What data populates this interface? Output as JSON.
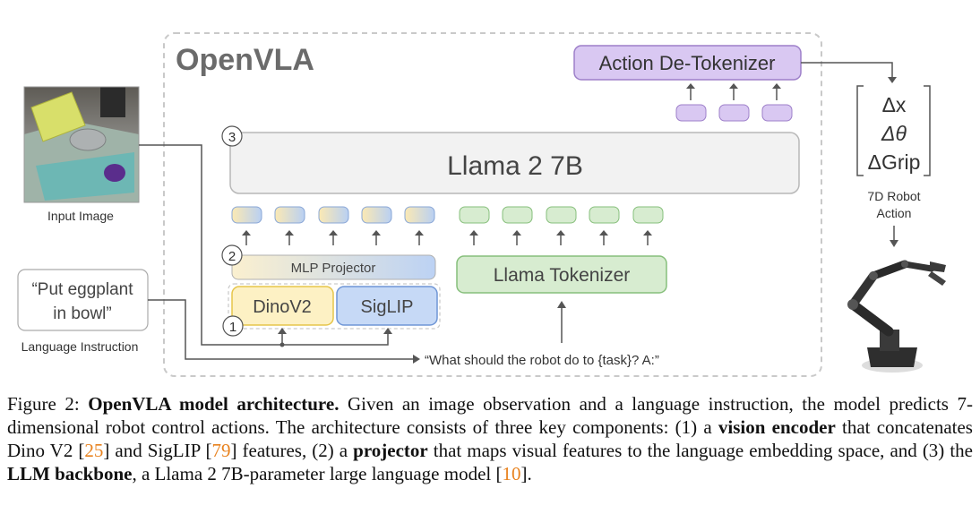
{
  "diagram": {
    "title": "OpenVLA",
    "detokenizer": "Action De-Tokenizer",
    "llm": "Llama 2 7B",
    "projector": "MLP Projector",
    "tokenizer": "Llama Tokenizer",
    "dino": "DinoV2",
    "siglip": "SigLIP",
    "step1": "1",
    "step2": "2",
    "step3": "3",
    "input_image_label": "Input Image",
    "instruction_line1": "“Put eggplant",
    "instruction_line2": "in bowl”",
    "instruction_label": "Language Instruction",
    "prompt": "“What should the robot do to {task}? A:”",
    "action_dx": "Δx",
    "action_dtheta": "Δθ",
    "action_dgrip": "ΔGrip",
    "action_label_line1": "7D Robot",
    "action_label_line2": "Action"
  },
  "caption": {
    "figure_label": "Figure 2:",
    "bold_title": "OpenVLA model architecture.",
    "t1": " Given an image observation and a language instruction, the model predicts 7-dimensional robot control actions. The architecture consists of three key components: (1) a ",
    "b1": "vision encoder",
    "t2": " that concatenates Dino V2 [",
    "c1": "25",
    "t3": "] and SigLIP [",
    "c2": "79",
    "t4": "] features, (2) a ",
    "b2": "projector",
    "t5": " that maps visual features to the language embedding space, and (3) the ",
    "b3": "LLM backbone",
    "t6": ", a Llama 2 7B-parameter large language model [",
    "c3": "10",
    "t7": "]."
  },
  "colors": {
    "purple": "#d9c8f2",
    "purple_border": "#9d7fc9",
    "green": "#d7ecd0",
    "green_border": "#86bf7b",
    "yellow": "#fdf1c4",
    "yellow_border": "#e6c54a",
    "blue": "#c6d9f6",
    "blue_border": "#6f96d6",
    "citation": "#e8821e"
  }
}
